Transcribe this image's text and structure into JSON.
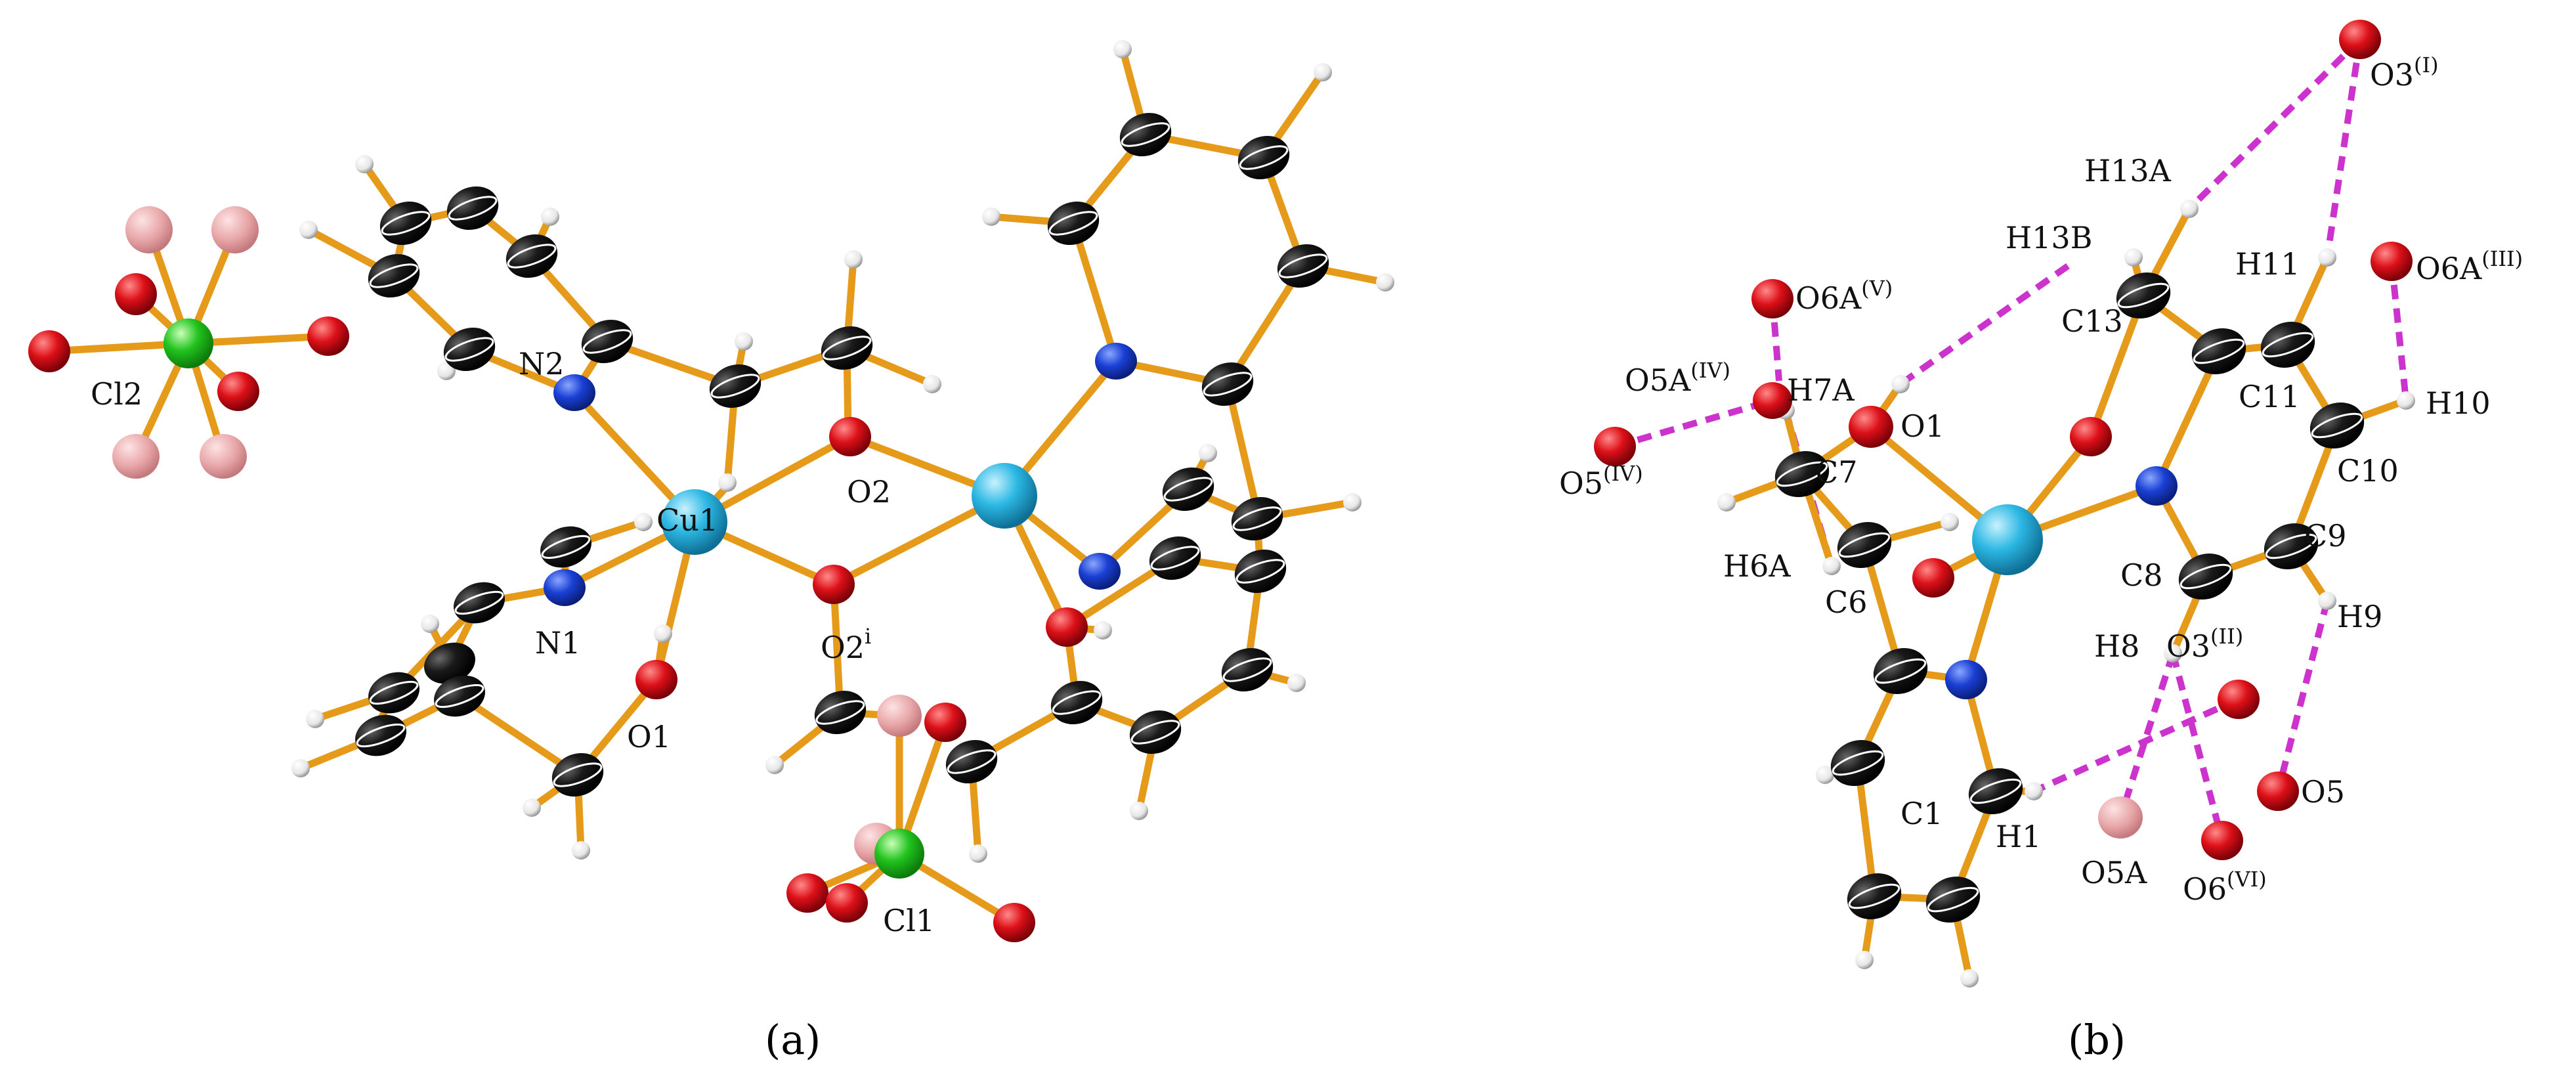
{
  "colors": {
    "bond": "#E59A1A",
    "hbond": "#CC33CC",
    "carbon": "#111111",
    "nitrogen": "#1437C8",
    "oxygen": "#D81018",
    "oxygen_disordered": "#E8A6A8",
    "copper": "#2BB7E3",
    "chlorine": "#22C31E",
    "hydrogen": "#F2F2F2"
  },
  "panel_a": {
    "caption": "(a)",
    "labels": {
      "cl2": "Cl2",
      "n2": "N2",
      "cu1": "Cu1",
      "n1": "N1",
      "o1": "O1",
      "o2": "O2",
      "o2i": "O2",
      "o2i_sup": "i",
      "cl1": "Cl1"
    }
  },
  "panel_b": {
    "caption": "(b)",
    "labels": {
      "o3_i": "O3",
      "o3_i_sup": "(I)",
      "h13a": "H13A",
      "h13b": "H13B",
      "h11": "H11",
      "o6a_iii": "O6A",
      "o6a_iii_sup": "(III)",
      "o6a_v": "O6A",
      "o6a_v_sup": "(V)",
      "c13": "C13",
      "o5a_iv": "O5A",
      "o5a_iv_sup": "(IV)",
      "h7a": "H7A",
      "o1": "O1",
      "c11": "C11",
      "h10": "H10",
      "o5_iv": "O5",
      "o5_iv_sup": "(IV)",
      "c7": "C7",
      "c10": "C10",
      "h6a": "H6A",
      "c9": "C9",
      "c8": "C8",
      "c6": "C6",
      "h9": "H9",
      "h8": "H8",
      "o3_ii": "O3",
      "o3_ii_sup": "(II)",
      "c1": "C1",
      "o5": "O5",
      "h1": "H1",
      "o5a": "O5A",
      "o6_vi": "O6",
      "o6_vi_sup": "(VI)"
    }
  }
}
